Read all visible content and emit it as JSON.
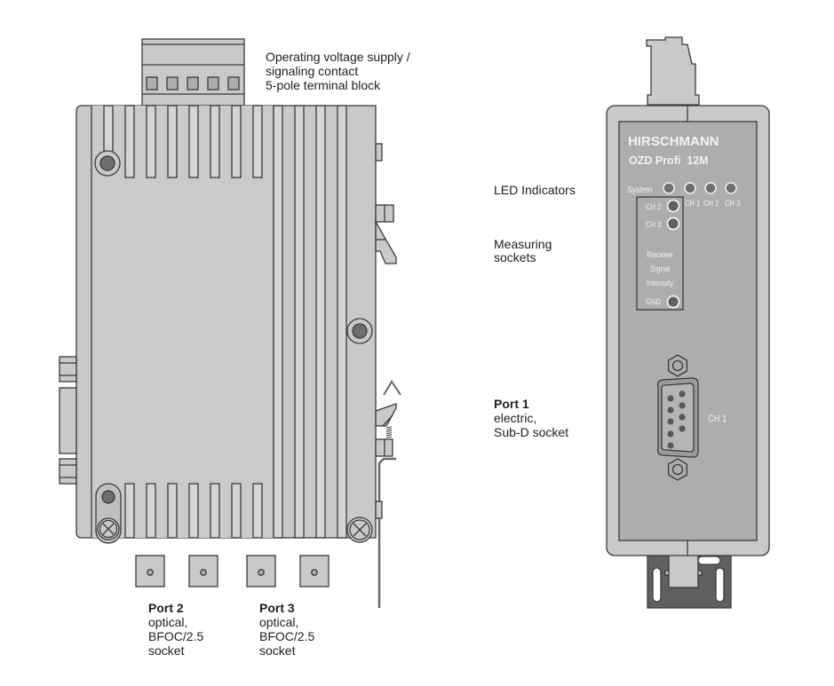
{
  "diagram": {
    "title": "OZD Profi 12M device views",
    "callouts": {
      "power_supply": {
        "lines": [
          "Operating voltage supply /",
          "signaling contact",
          "5-pole terminal block"
        ]
      },
      "led_indicators": {
        "lines": [
          "LED Indicators"
        ]
      },
      "measuring_sockets": {
        "lines": [
          "Measuring",
          "sockets"
        ]
      },
      "port1": {
        "title": "Port 1",
        "lines": [
          "electric,",
          "Sub-D socket"
        ]
      },
      "port2": {
        "title": "Port 2",
        "lines": [
          "optical,",
          "BFOC/2.5",
          "socket"
        ]
      },
      "port3": {
        "title": "Port 3",
        "lines": [
          "optical,",
          "BFOC/2.5",
          "socket"
        ]
      }
    },
    "front_panel": {
      "brand": "HIRSCHMANN",
      "model": "OZD Profi  12M",
      "led_row_label": "System",
      "led_labels": [
        "CH 1",
        "CH 2",
        "CH 3"
      ],
      "measure_labels": [
        "CH 2",
        "CH 3"
      ],
      "measure_caption": [
        "Receive",
        "Signal",
        "Intensity"
      ],
      "gnd_label": "GND",
      "subd_label": "CH 1"
    },
    "terminal_block_poles": 5,
    "colors": {
      "body": "#c8c9cb",
      "body_light": "#d4d5d7",
      "panel": "#acadaf",
      "outline": "#3a3a3a",
      "led": "#6d6e70",
      "panel_text": "#f2f2f2",
      "rail": "#5f6062"
    }
  }
}
